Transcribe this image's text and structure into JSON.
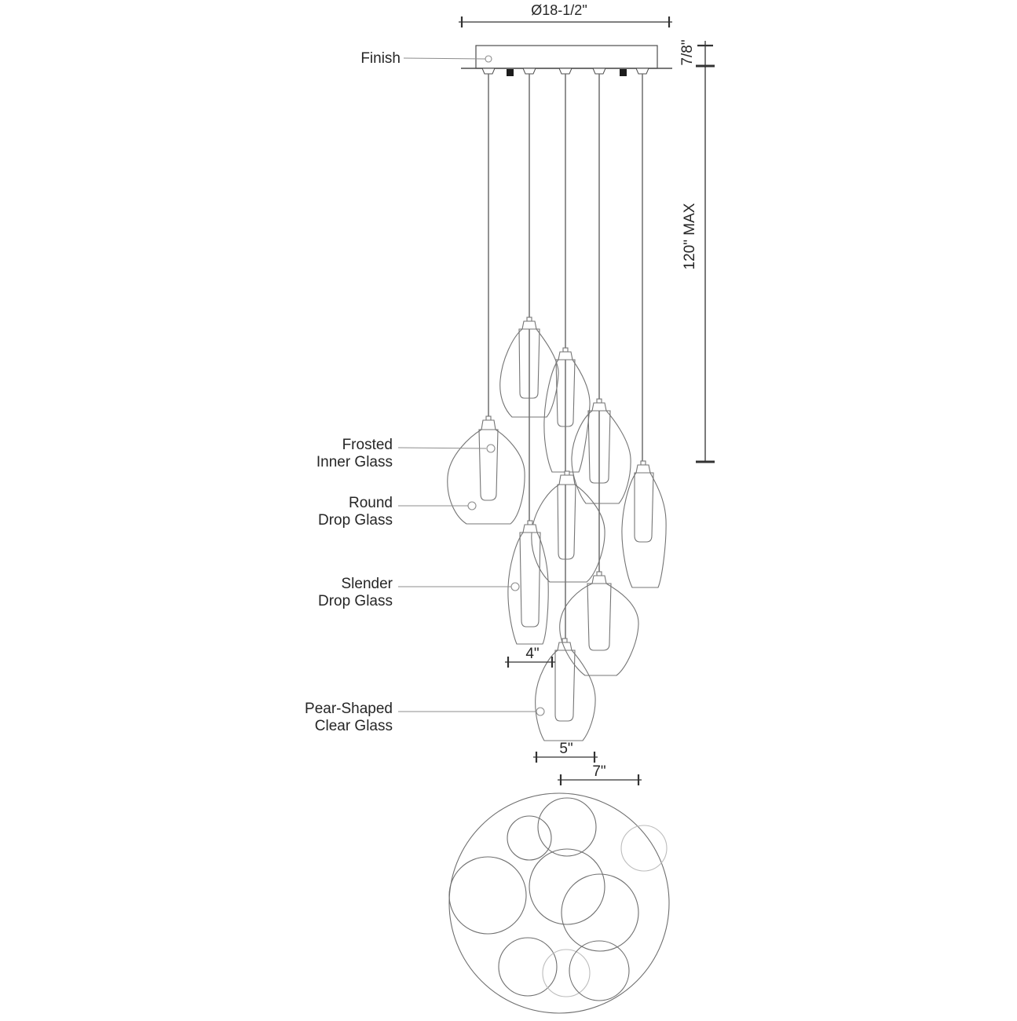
{
  "dimensions": {
    "canopy_diameter": "Ø18-1/2\"",
    "canopy_height": "7/8\"",
    "max_suspension": "120\" MAX",
    "slender_glass_width": "4\"",
    "pear_glass_width": "5\"",
    "round_glass_width": "7\""
  },
  "callouts": {
    "finish": "Finish",
    "frosted": {
      "line1": "Frosted",
      "line2": "Inner Glass"
    },
    "round": {
      "line1": "Round",
      "line2": "Drop Glass"
    },
    "slender": {
      "line1": "Slender",
      "line2": "Drop Glass"
    },
    "pear": {
      "line1": "Pear-Shaped",
      "line2": "Clear Glass"
    }
  },
  "colors": {
    "text": "#262626",
    "dim": "#333333",
    "canopy": "#4d4d4d",
    "glass_line": "#757575",
    "cord": "#6e6e6e",
    "leader": "#8c8c8c",
    "plan_line": "#6f6f6f",
    "plan_light": "#bcbcbc",
    "screw": "#1c1c1c"
  }
}
